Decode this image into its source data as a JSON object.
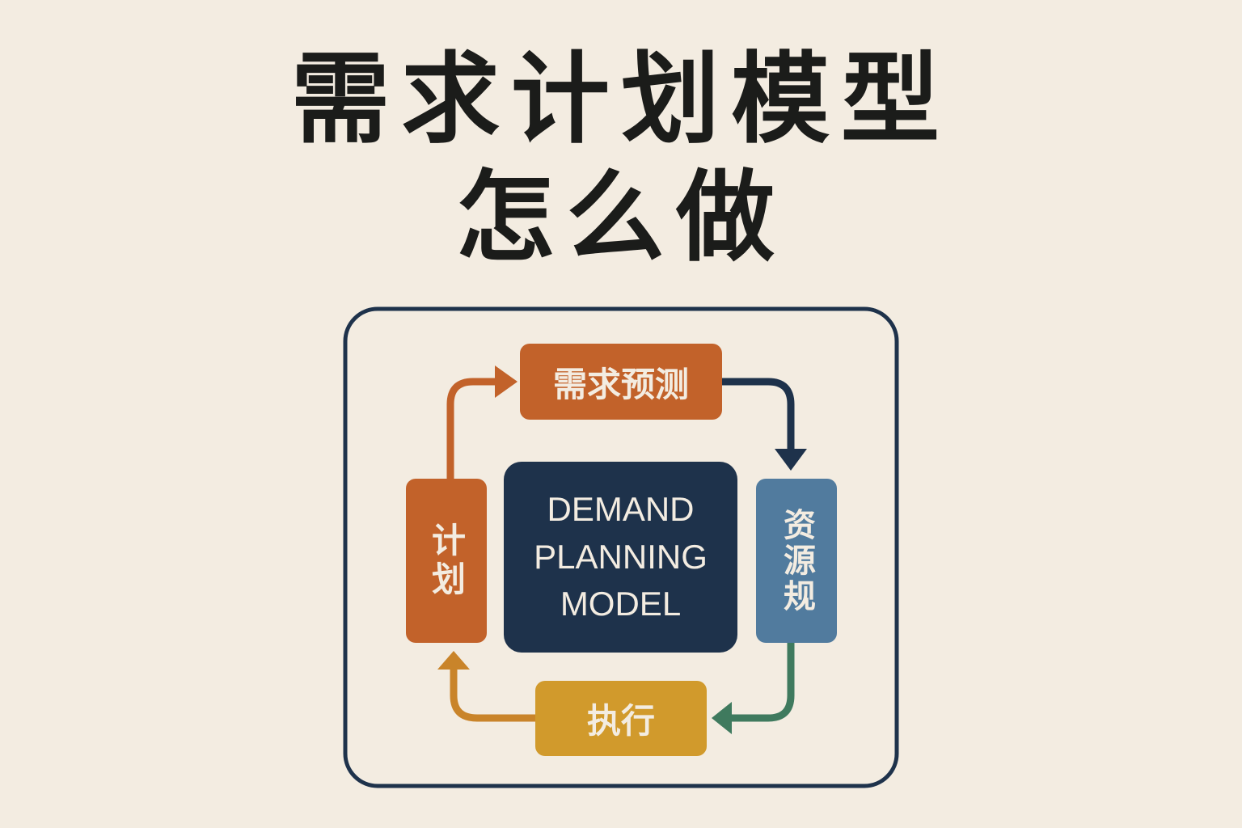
{
  "title": {
    "line1": "需求计划模型",
    "line2": "怎么做"
  },
  "diagram": {
    "center": "DEMAND\nPLANNING\nMODEL",
    "nodes": {
      "forecast": "需求预测",
      "resource": "资源规",
      "execution": "执行",
      "planning": "计划"
    },
    "colors": {
      "frame": "#1e324b",
      "forecast": "#c2622a",
      "planning": "#c2622a",
      "resource": "#517b9e",
      "execution": "#d19a2c",
      "center": "#1e324b",
      "arrow_forecast_to_resource": "#1e324b",
      "arrow_resource_to_execution": "#3f7a5e",
      "arrow_execution_to_planning": "#c9842a",
      "arrow_planning_to_forecast": "#c2622a"
    }
  }
}
